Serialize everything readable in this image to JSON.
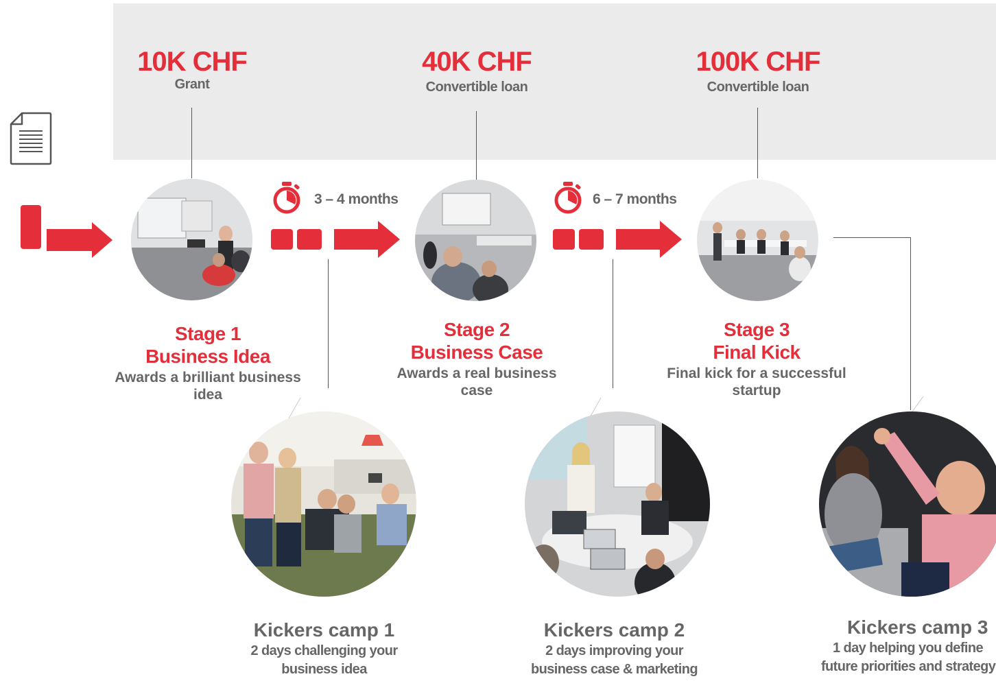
{
  "colors": {
    "accent": "#e42f3b",
    "text_gray": "#666666",
    "band": "#ebebeb"
  },
  "funding": [
    {
      "amount": "10K CHF",
      "type": "Grant"
    },
    {
      "amount": "40K CHF",
      "type": "Convertible loan"
    },
    {
      "amount": "100K CHF",
      "type": "Convertible loan"
    }
  ],
  "durations": [
    "3 – 4 months",
    "6 – 7 months"
  ],
  "stages": [
    {
      "num": "Stage 1",
      "name": "Business Idea",
      "desc": [
        "Awards a brilliant business",
        "idea"
      ]
    },
    {
      "num": "Stage 2",
      "name": "Business Case",
      "desc": [
        "Awards a real business",
        "case"
      ]
    },
    {
      "num": "Stage 3",
      "name": "Final Kick",
      "desc": [
        "Final kick for a successful",
        "startup"
      ]
    }
  ],
  "camps": [
    {
      "title": "Kickers camp 1",
      "desc": [
        "2 days challenging your",
        "business idea"
      ]
    },
    {
      "title": "Kickers camp 2",
      "desc": [
        "2 days improving your",
        "business case & marketing"
      ]
    },
    {
      "title": "Kickers camp 3",
      "desc": [
        "1 day helping you define",
        "future priorities and strategy"
      ]
    }
  ],
  "icons": [
    "document-icon",
    "stopwatch-icon",
    "arrow-right-icon"
  ]
}
